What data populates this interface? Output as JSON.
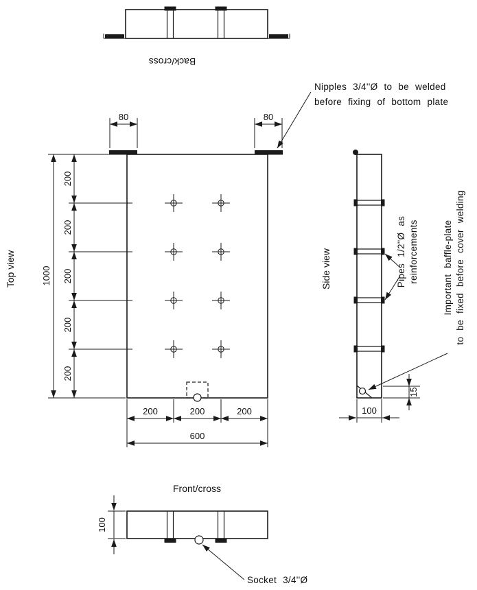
{
  "views": {
    "back": {
      "label": "Back/cross"
    },
    "top": {
      "label": "Top view"
    },
    "side": {
      "label": "Side view"
    },
    "front": {
      "label": "Front/cross"
    }
  },
  "annotations": {
    "nipples": {
      "line1": "Nipples 3/4''Ø to be welded",
      "line2": "before fixing of bottom plate"
    },
    "pipes": {
      "line1": "Pipes 1/2''Ø as",
      "line2": "reinforcements"
    },
    "baffle": {
      "line1": "Important baffle-plate",
      "line2": "to be fixed before cover welding"
    },
    "socket": {
      "label": "Socket 3/4''Ø"
    }
  },
  "dimensions": {
    "nipple_offset_left": "80",
    "nipple_offset_right": "80",
    "overall_height": "1000",
    "height_segments": [
      "200",
      "200",
      "200",
      "200",
      "200"
    ],
    "width_segments": [
      "200",
      "200",
      "200"
    ],
    "overall_width": "600",
    "side_width": "100",
    "socket_offset": "15",
    "front_height": "100"
  },
  "style": {
    "line_color": "#1a1a1a",
    "background": "#ffffff"
  }
}
